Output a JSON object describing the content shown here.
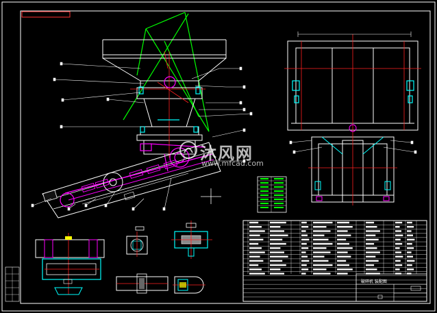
{
  "drawing": {
    "title_block_text": "破碎机 装配图",
    "watermark": {
      "brand": "沐风网",
      "url": "www.mfcad.com"
    }
  },
  "colors": {
    "background": "#000000",
    "frame": "#ffffff",
    "outline": "#ffffff",
    "construction": "#00ff00",
    "centerline": "#ff2020",
    "section": "#00ffff",
    "highlight": "#ff00ff",
    "hatch": "#ffff00"
  }
}
